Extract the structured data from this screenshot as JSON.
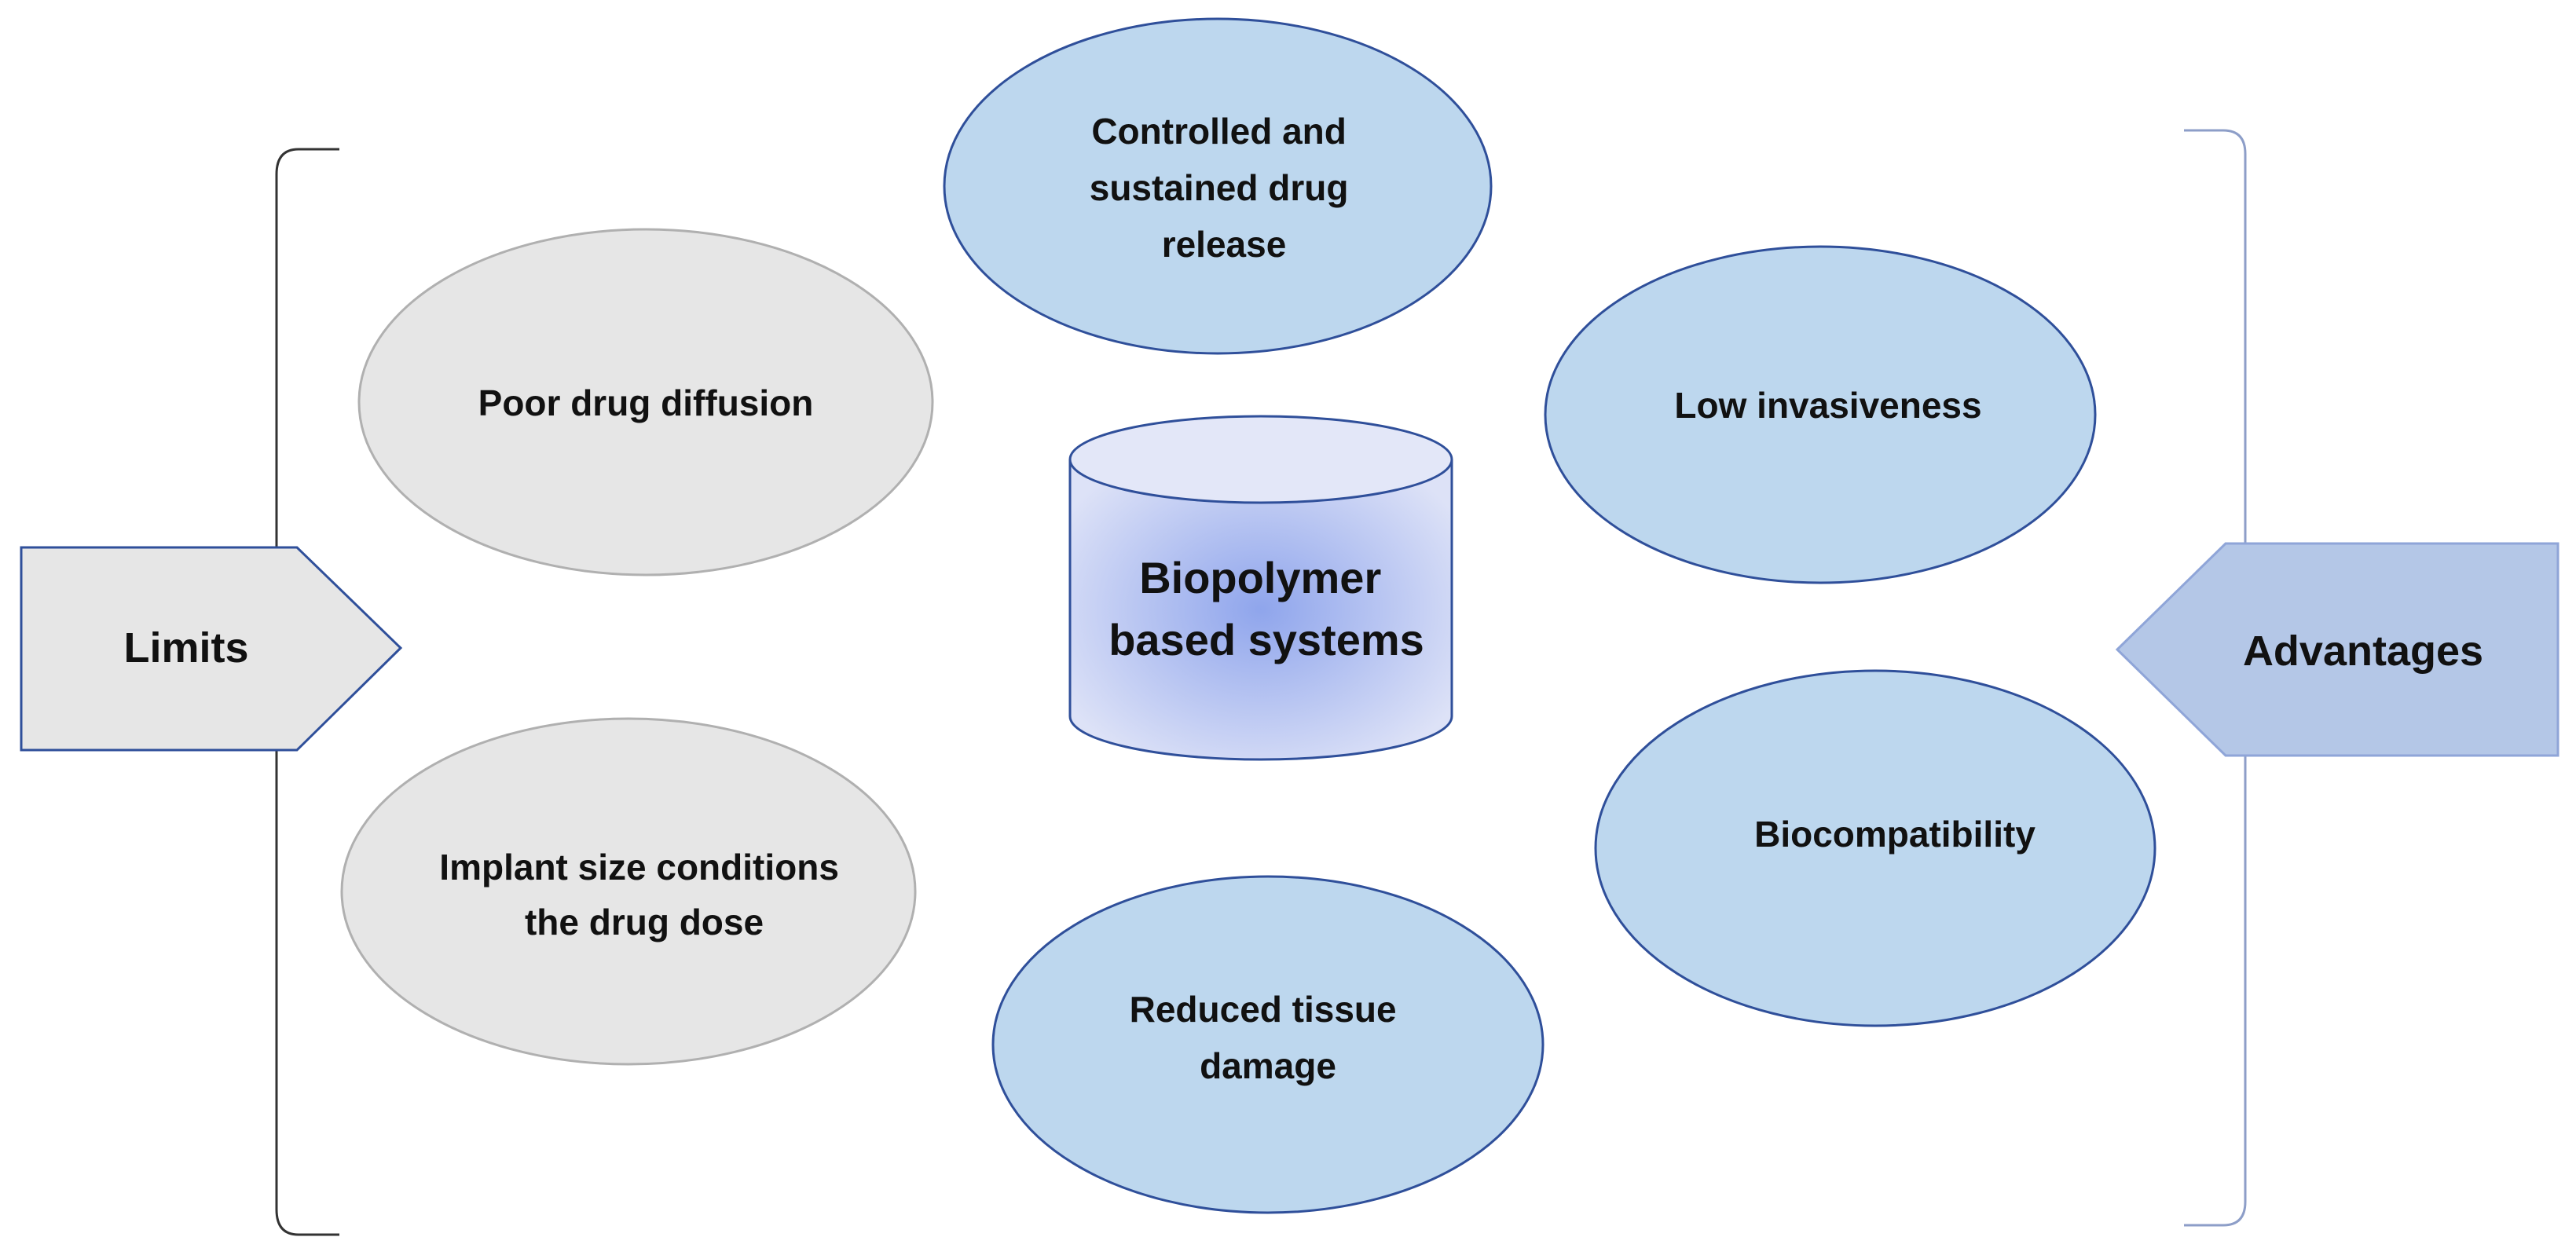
{
  "center": {
    "lines": [
      "Biopolymer",
      "based systems"
    ]
  },
  "limits": {
    "label": "Limits",
    "items": [
      {
        "lines": [
          "Poor drug diffusion"
        ]
      },
      {
        "lines": [
          "Implant size conditions",
          "the drug dose"
        ]
      }
    ]
  },
  "advantages": {
    "label": "Advantages",
    "items": [
      {
        "lines": [
          "Controlled and",
          "sustained drug",
          "release"
        ]
      },
      {
        "lines": [
          "Low invasiveness"
        ]
      },
      {
        "lines": [
          "Biocompatibility"
        ]
      },
      {
        "lines": [
          "Reduced tissue",
          "damage"
        ]
      }
    ]
  },
  "colors": {
    "limit_fill": "#e6e6e6",
    "limit_stroke": "#b0b0b0",
    "advantage_fill": "#bdd7ee",
    "advantage_stroke": "#2f4f9a",
    "advantages_arrow_fill": "#b4c7e7",
    "bracket": "#333333"
  }
}
